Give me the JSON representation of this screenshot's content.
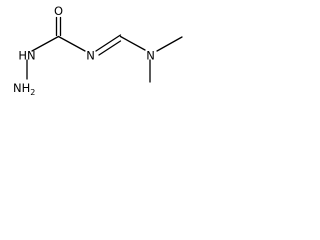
{
  "molecule": {
    "atoms": {
      "carbonyl_oxygen": "O",
      "hydrazine_nh": "HN",
      "terminal_nh2": "NH",
      "terminal_nh2_subscript": "2",
      "imine_n": "N",
      "dimethylamino_n": "N"
    }
  },
  "colors": {
    "background": "#ffffff",
    "bond": "#000000",
    "label": "#000000"
  }
}
